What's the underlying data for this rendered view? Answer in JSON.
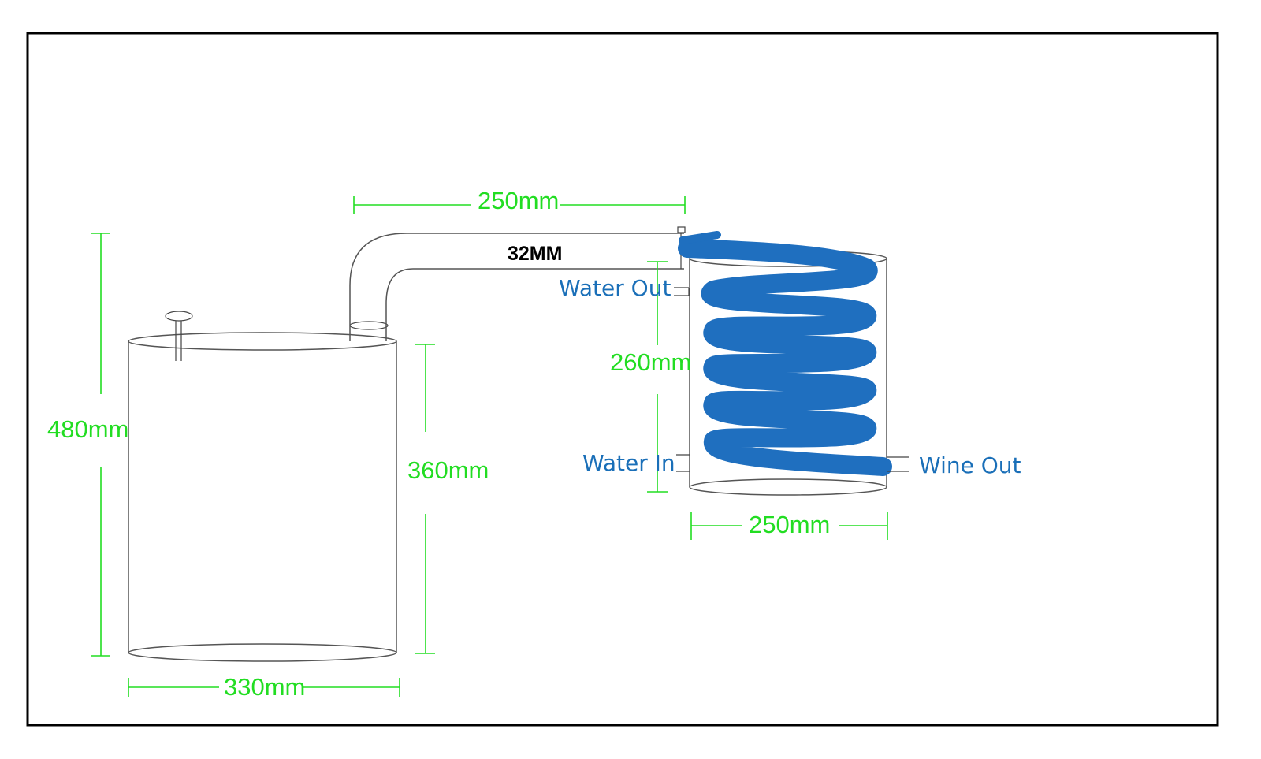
{
  "diagram": {
    "pipe_diameter_label": "32MM",
    "dimensions": {
      "pipe_length": "250mm",
      "tank_total_height": "480mm",
      "tank_body_height": "360mm",
      "tank_width": "330mm",
      "condenser_height": "260mm",
      "condenser_width": "250mm"
    },
    "ports": {
      "water_out": "Water Out",
      "water_in": "Water In",
      "wine_out": "Wine Out"
    },
    "colors": {
      "dimension": "#22dd22",
      "label": "#1a6fb8",
      "coil": "#1f6fbf",
      "frame": "#000000"
    }
  }
}
